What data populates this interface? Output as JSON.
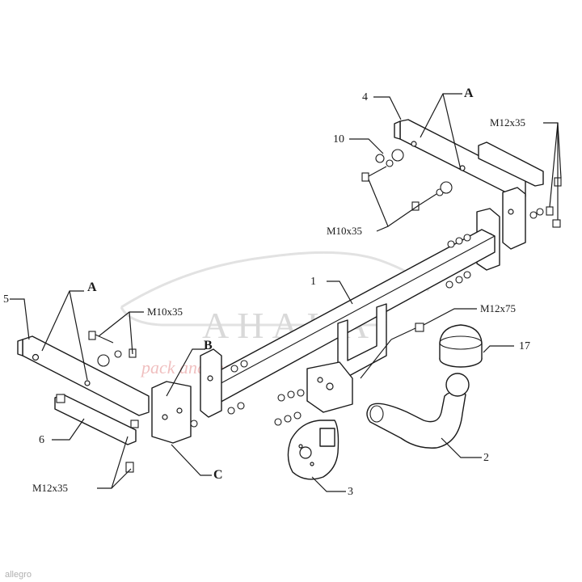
{
  "diagram": {
    "callouts": {
      "c1": "1",
      "c2": "2",
      "c3": "3",
      "c4": "4",
      "c5": "5",
      "c6": "6",
      "c10": "10",
      "c17": "17",
      "a_right": "A",
      "a_left": "A",
      "b": "B",
      "c": "C"
    },
    "specs": {
      "m12x35_right": "M12x35",
      "m10x35_right": "M10x35",
      "m10x35_left": "M10x35",
      "m12x75": "M12x75",
      "m12x35_left": "M12x35"
    },
    "watermark": {
      "logo": "AHAKA",
      "tagline": "pack and lead",
      "source": "allegro"
    }
  }
}
